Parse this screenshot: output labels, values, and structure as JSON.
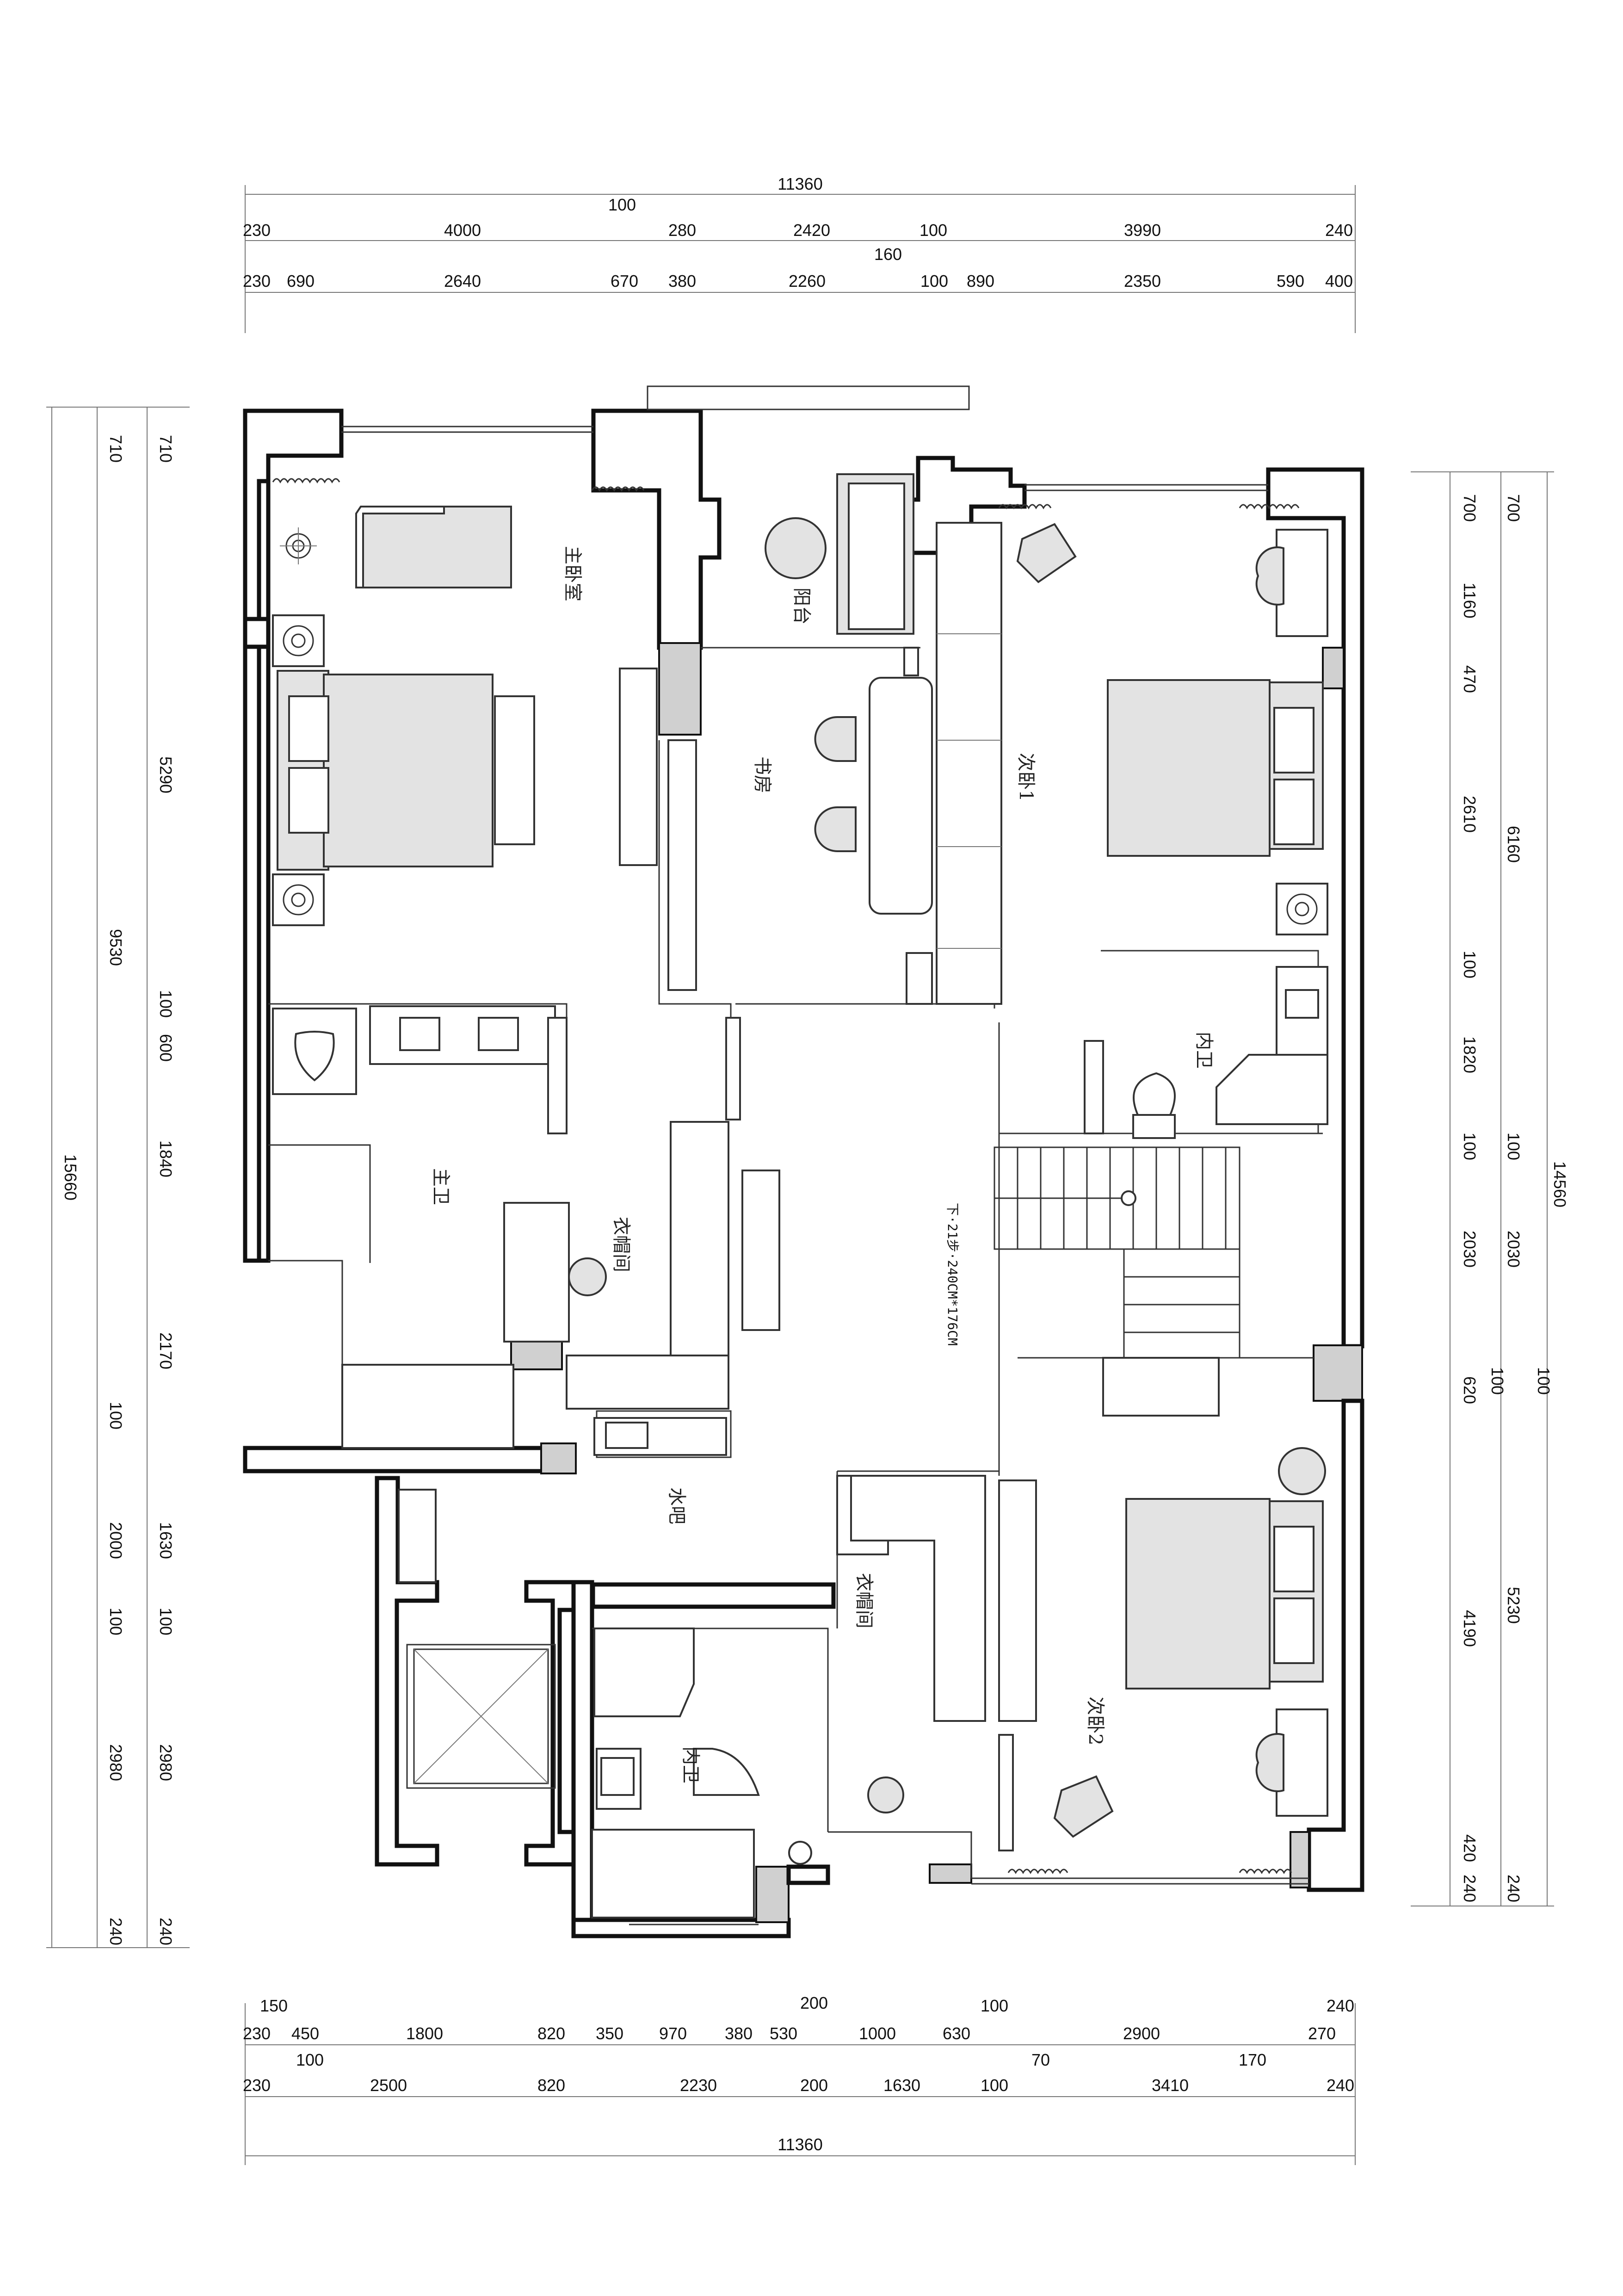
{
  "dimensions": {
    "top": {
      "total": "11360",
      "mid_100": "100",
      "row1": [
        "230",
        "4000",
        "280",
        "2420",
        "100",
        "3990",
        "240"
      ],
      "mid_160": "160",
      "row2": [
        "230",
        "690",
        "2640",
        "670",
        "380",
        "2260",
        "100",
        "890",
        "2350",
        "590",
        "400"
      ]
    },
    "bottom": {
      "row1_150": "150",
      "row1_200": "200",
      "row1_100": "100",
      "row1_240": "240",
      "row1": [
        "230",
        "450",
        "1800",
        "820",
        "350",
        "970",
        "380",
        "530",
        "1000",
        "630",
        "2900",
        "270"
      ],
      "row2_100": "100",
      "row2_70": "70",
      "row2_170": "170",
      "row3": [
        "230",
        "2500",
        "820",
        "2230",
        "200",
        "1630",
        "100",
        "3410",
        "240"
      ],
      "total": "11360"
    },
    "left": {
      "total": "15660",
      "group": "9530",
      "outer": [
        "710",
        "2000",
        "100",
        "2980",
        "240"
      ],
      "inner": [
        "710",
        "5290",
        "100",
        "600",
        "1840",
        "2170",
        "1630",
        "100",
        "2980",
        "240"
      ],
      "lone_100": "100"
    },
    "right": {
      "total": "14560",
      "group_6160": "6160",
      "group_5230": "5230",
      "inner": [
        "700",
        "1160",
        "470",
        "2610",
        "100",
        "1820",
        "100",
        "2030",
        "620",
        "4190",
        "420",
        "240"
      ],
      "outer": [
        "700",
        "100",
        "2030",
        "100",
        "240"
      ],
      "lone_100": "100"
    }
  },
  "rooms": {
    "master_bedroom": "主卧室",
    "balcony": "阳台",
    "study": "书房",
    "second_bedroom_1": "次卧1",
    "ensuite_1": "内卫",
    "master_bath": "主卫",
    "walk_in_closet_master": "衣帽间",
    "water_bar": "水吧",
    "walk_in_closet_2": "衣帽间",
    "ensuite_2": "内卫",
    "second_bedroom_2": "次卧2"
  },
  "stair_note": "下·21步·240CM*176CM"
}
